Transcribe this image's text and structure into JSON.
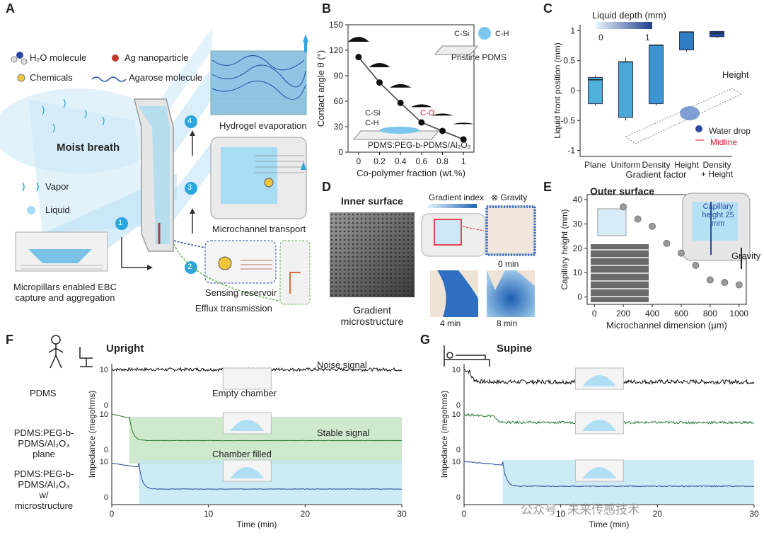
{
  "panels": {
    "A": {
      "label": "A",
      "legend": {
        "h2o": "H₂O molecule",
        "ag": "Ag nanoparticle",
        "chemicals": "Chemicals",
        "agarose": "Agarose molecule",
        "vapor": "Vapor",
        "liquid": "Liquid"
      },
      "moist_breath": "Moist breath",
      "captions": {
        "hydrogel": "Hydrogel evaporation",
        "microchannel": "Microchannel transport",
        "sensing": "Sensing reservoir",
        "efflux": "Efflux transmission",
        "micropillars": "Micropillars enabled EBC capture and aggregation"
      },
      "steps": [
        "1",
        "2",
        "3",
        "4"
      ],
      "colors": {
        "step": "#2aa6de",
        "liquid": "#a8dcf4"
      }
    },
    "B": {
      "label": "B",
      "inset_top": "Pristine PDMS",
      "inset_top_bonds": [
        "C-Si",
        "C-H"
      ],
      "inset_bottom": "PDMS:PEG-b-PDMS/Al₂O₃",
      "inset_bottom_bonds": [
        "C-Si",
        "C-H",
        "C-O"
      ]
    },
    "C": {
      "label": "C",
      "colorbar_title": "Liquid depth (mm)",
      "colorbar_ticks": [
        "0",
        "1"
      ],
      "inset_labels": {
        "height": "Height",
        "water_drop": "Water drop",
        "midline": "Midline"
      }
    },
    "D": {
      "label": "D",
      "inner_surface": "Inner surface",
      "gradient_micro": "Gradient microstructure",
      "gradient_index": "Gradient index",
      "gravity": "⊗ Gravity",
      "times": [
        "0 min",
        "4 min",
        "8 min"
      ]
    },
    "E": {
      "label": "E",
      "outer_surface": "Outer surface",
      "capillary_note": "Capillary height 25 mm",
      "gravity": "Gravity"
    },
    "F": {
      "label": "F",
      "title": "Upright",
      "ylabel": "Impedance (megohms)",
      "xlabel": "Time (min)",
      "rows": [
        "PDMS",
        "PDMS:PEG-b-PDMS/Al₂O₃ plane",
        "PDMS:PEG-b-PDMS/Al₂O₃ w/ microstructure"
      ],
      "annotations": {
        "noise": "Noise signal",
        "empty": "Empty chamber",
        "stable": "Stable signal",
        "filled": "Chamber filled"
      },
      "xticks": [
        "0",
        "10",
        "20",
        "30"
      ]
    },
    "G": {
      "label": "G",
      "title": "Supine",
      "ylabel": "Impedance (megohms)",
      "xlabel": "Time (min)",
      "xticks": [
        "0",
        "10",
        "20",
        "30"
      ]
    }
  },
  "watermark": "公众号 · 未来传感技术",
  "chart_data": [
    {
      "id": "B",
      "type": "line",
      "xlabel": "Co-polymer fraction (wt.%)",
      "ylabel": "Contact angle θ (°)",
      "xlim": [
        -0.1,
        1.1
      ],
      "ylim": [
        0,
        150
      ],
      "xticks": [
        0,
        0.2,
        0.4,
        0.6,
        0.8,
        1
      ],
      "yticks": [
        0,
        30,
        60,
        90,
        120,
        150
      ],
      "x": [
        0,
        0.2,
        0.4,
        0.6,
        0.8,
        1
      ],
      "y": [
        112,
        82,
        58,
        35,
        25,
        15
      ],
      "err": [
        4,
        2,
        2,
        3,
        2,
        2
      ],
      "color": "#111111"
    },
    {
      "id": "C",
      "type": "bar",
      "xlabel": "Gradient factor",
      "ylabel": "Liquid front position (mm)",
      "categories": [
        "Plane",
        "Uniform",
        "Density",
        "Height",
        "Density + Height"
      ],
      "ylim": [
        -1.1,
        1.1
      ],
      "yticks": [
        -1,
        -0.5,
        0,
        0.5,
        1
      ],
      "boxes": [
        {
          "low": -0.22,
          "high": 0.22,
          "median": 0.18,
          "wlow": -0.25,
          "whigh": 0.25,
          "color": "#4fb0dc"
        },
        {
          "low": -0.45,
          "high": 0.48,
          "median": 0.48,
          "wlow": -0.5,
          "whigh": 0.55,
          "color": "#4aa8d8"
        },
        {
          "low": -0.22,
          "high": 0.76,
          "median": 0.76,
          "wlow": -0.25,
          "whigh": 0.77,
          "color": "#3a95d0"
        },
        {
          "low": 0.68,
          "high": 0.98,
          "median": 0.98,
          "wlow": 0.65,
          "whigh": 0.98,
          "color": "#2e7ec4"
        },
        {
          "low": 0.9,
          "high": 0.99,
          "median": 0.96,
          "wlow": 0.88,
          "whigh": 1.0,
          "color": "#1f4f9e"
        }
      ]
    },
    {
      "id": "E",
      "type": "scatter",
      "xlabel": "Microchannel dimension (μm)",
      "ylabel": "Capillary height (mm)",
      "xlim": [
        -50,
        1050
      ],
      "ylim": [
        -3,
        42
      ],
      "xticks": [
        0,
        200,
        400,
        600,
        800,
        1000
      ],
      "yticks": [
        0,
        10,
        20,
        30,
        40
      ],
      "x": [
        200,
        300,
        400,
        500,
        600,
        700,
        800,
        900,
        1000
      ],
      "y": [
        37,
        32,
        29,
        22,
        18,
        13,
        7,
        6,
        5
      ],
      "color": "#9a9a9a"
    },
    {
      "id": "F",
      "type": "line",
      "xlabel": "Time (min)",
      "ylabel": "Impedance (megohms)",
      "xlim": [
        0,
        30
      ],
      "series": [
        {
          "name": "PDMS",
          "color": "#111111",
          "start": 10,
          "plateau": 10,
          "drop_at": 1.0,
          "noise": 0.9
        },
        {
          "name": "PDMS:PEG-b-PDMS/Al₂O₃ plane",
          "color": "#2a7a3a",
          "start": 10,
          "plateau": 2.5,
          "drop_at": 1.8,
          "noise": 0.12
        },
        {
          "name": "PDMS:PEG-b-PDMS/Al₂O₃ w/ microstructure",
          "color": "#2b49a0",
          "start": 9.5,
          "plateau": 2.2,
          "drop_at": 2.8,
          "noise": 0.15
        }
      ]
    },
    {
      "id": "G",
      "type": "line",
      "xlabel": "Time (min)",
      "ylabel": "Impedance (megohms)",
      "xlim": [
        0,
        30
      ],
      "series": [
        {
          "color": "#111111",
          "start": 10,
          "plateau": 6.5,
          "drop_at": 0.5,
          "noise": 1.2
        },
        {
          "color": "#2a7a3a",
          "start": 9.8,
          "plateau": 7.6,
          "drop_at": 3.0,
          "noise": 0.7
        },
        {
          "color": "#2b49a0",
          "start": 10,
          "plateau": 3.0,
          "drop_at": 4.0,
          "noise": 0.25
        }
      ]
    }
  ]
}
